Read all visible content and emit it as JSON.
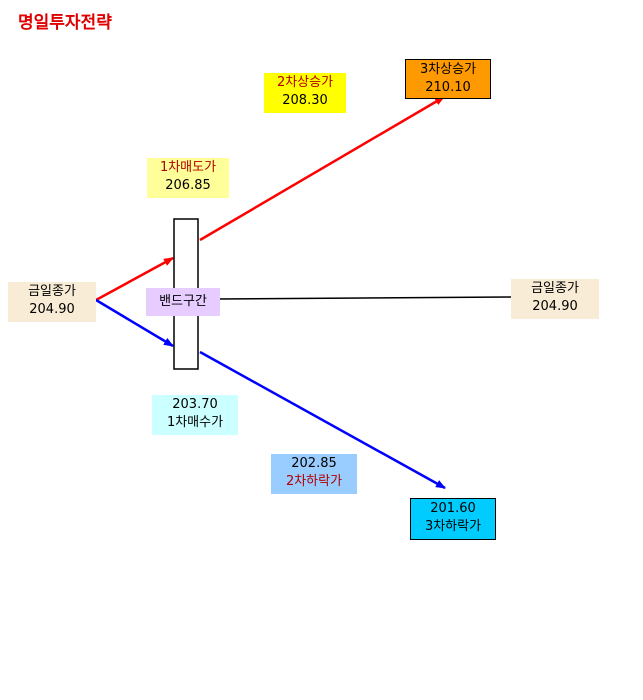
{
  "title": "명일투자전략",
  "labels": {
    "close_left": [
      "금일종가",
      "204.90"
    ],
    "close_right": [
      "금일종가",
      "204.90"
    ],
    "sell1": [
      "1차매도가",
      "206.85"
    ],
    "rise2": [
      "2차상승가",
      "208.30"
    ],
    "rise3": [
      "3차상승가",
      "210.10"
    ],
    "band": "밴드구간",
    "buy1": [
      "203.70",
      "1차매수가"
    ],
    "fall2": [
      "202.85",
      "2차하락가"
    ],
    "fall3": [
      "201.60",
      "3차하락가"
    ]
  },
  "colors": {
    "up_arrow": "#ff0000",
    "down_arrow": "#0000ff",
    "band_line": "#000000",
    "title": "#e00000"
  }
}
